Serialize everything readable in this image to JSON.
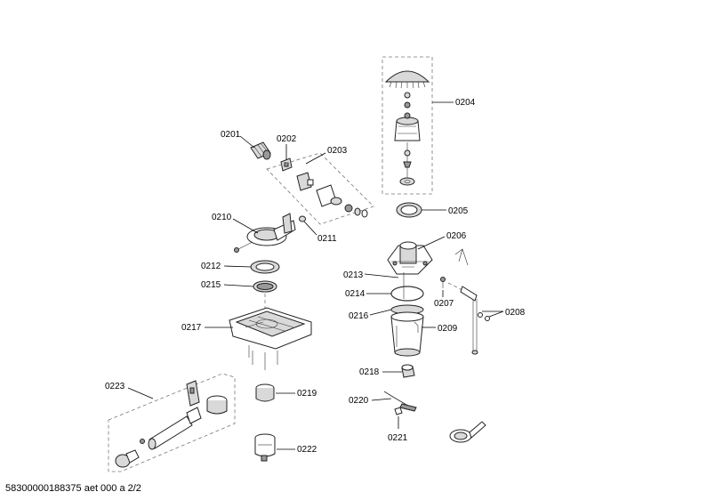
{
  "labels": {
    "p0204": "0204",
    "p0205": "0205",
    "p0201": "0201",
    "p0202": "0202",
    "p0203": "0203",
    "p0206": "0206",
    "p0210": "0210",
    "p0211": "0211",
    "p0212": "0212",
    "p0213": "0213",
    "p0214": "0214",
    "p0207": "0207",
    "p0208": "0208",
    "p0215": "0215",
    "p0216": "0216",
    "p0209": "0209",
    "p0217": "0217",
    "p0218": "0218",
    "p0223": "0223",
    "p0219": "0219",
    "p0220": "0220",
    "p0221": "0221",
    "p0222": "0222"
  },
  "footer": {
    "doc_id": "58300000188375 aet 000 a 2/2"
  }
}
